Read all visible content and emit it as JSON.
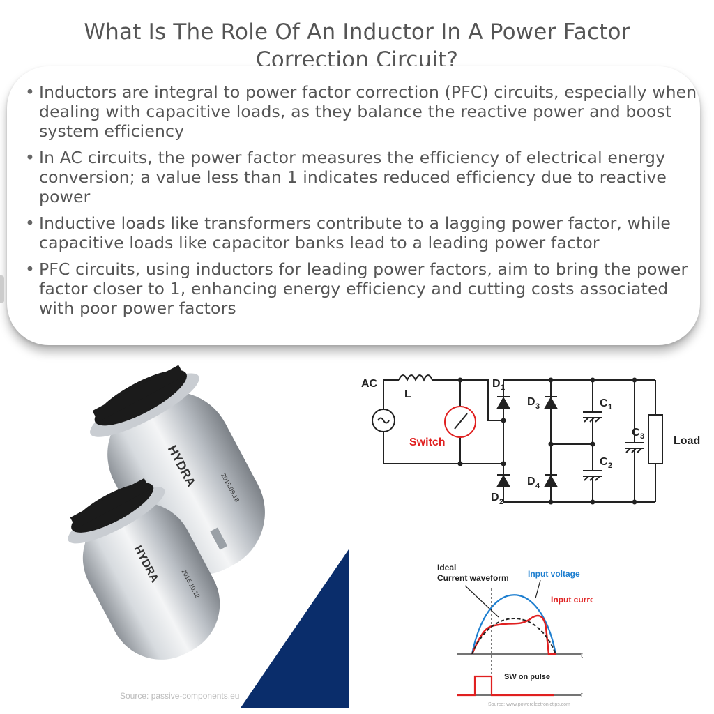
{
  "title": "What Is The Role Of An Inductor In A Power Factor Correction Circuit?",
  "bullets": [
    "Inductors are integral to power factor correction (PFC) circuits, especially when dealing with capacitive loads, as they balance the reactive power and boost system efficiency",
    "In AC circuits, the power factor measures the efficiency of electrical energy conversion; a value less than 1 indicates reduced efficiency due to reactive power",
    "Inductive loads like transformers contribute to a lagging power factor, while capacitive loads like capacitor banks lead to a leading power factor",
    "PFC circuits, using inductors for leading power factors, aim to bring the power factor closer to 1, enhancing energy efficiency and cutting costs associated with poor power factors"
  ],
  "photo": {
    "source": "Source: passive-components.eu",
    "brand": "HYDRA",
    "date_top": "2015.09.18",
    "date_bottom": "2015.10.12"
  },
  "circuit": {
    "ac": "AC",
    "inductor": "L",
    "switch": "Switch",
    "d1": "D",
    "d1_sub": "1",
    "d2": "D",
    "d2_sub": "2",
    "d3": "D",
    "d3_sub": "3",
    "d4": "D",
    "d4_sub": "4",
    "c1": "C",
    "c1_sub": "1",
    "c2": "C",
    "c2_sub": "2",
    "c3": "C",
    "c3_sub": "3",
    "load": "Load"
  },
  "waveform": {
    "ideal_line1": "Ideal",
    "ideal_line2": "Current waveform",
    "input_voltage": "Input voltage",
    "input_current": "Input current",
    "t_top": "t",
    "t_bottom": "t",
    "sw_pulse": "SW on pulse",
    "source": "Source: www.powerelectronictips.com"
  },
  "colors": {
    "voltage": "#1e7fd0",
    "current": "#e02020",
    "switch_label": "#e02020",
    "navy": "#0a2d6b"
  }
}
